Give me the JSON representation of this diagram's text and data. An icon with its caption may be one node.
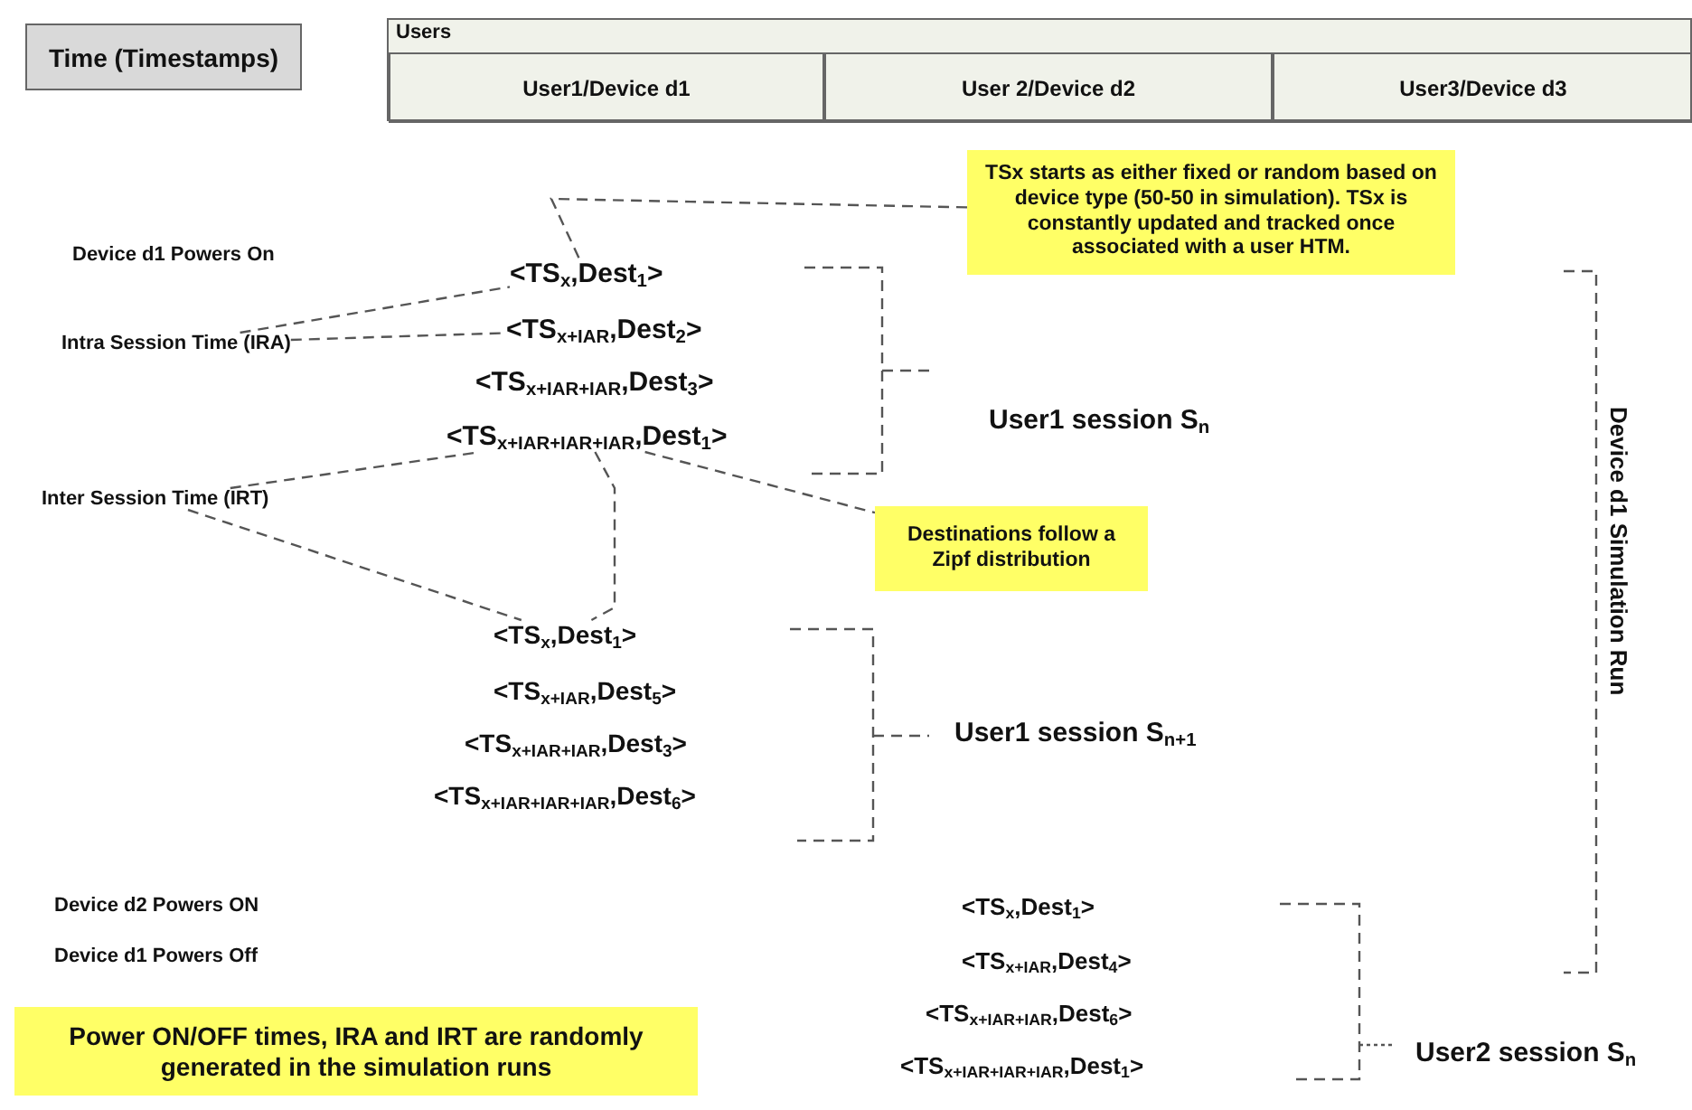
{
  "diagram": {
    "nodes": [
      {
        "text": [
          "Time (Timestamps)"
        ]
      },
      {
        "text": [
          "Users"
        ]
      },
      {
        "text": [
          "User1/Device d1"
        ],
        "in": 1
      },
      {
        "text": [
          "User 2/Device d2"
        ],
        "in": 1
      },
      {
        "text": [
          "User3/Device d3"
        ],
        "in": 1
      },
      {
        "text": [
          "TSx starts as either fixed or random based on device type (50-50 in simulation). TSx is constantly updated and tracked once associated with a user HTM."
        ]
      },
      {
        "text": [
          "Device d1 Powers On"
        ]
      },
      {
        "text": [
          "<TS$_{x}$,Dest$_{1}$>"
        ]
      },
      {
        "text": [
          "<TS$_{x+IAR}$,Dest$_{2}$>"
        ]
      },
      {
        "text": [
          "<TS$_{x+IAR+IAR}$,Dest$_{3}$>"
        ]
      },
      {
        "text": [
          "<TS$_{x+IAR+IAR+IAR}$,Dest$_{1}$>"
        ]
      },
      {
        "text": [
          "Intra Session Time (IRA)"
        ]
      },
      {
        "text": [
          "User1 session S$_{n}$"
        ]
      },
      {
        "text": [
          "Inter Session Time (IRT)"
        ]
      },
      {
        "text": [
          "Destinations follow a Zipf distribution"
        ]
      },
      {
        "text": [
          "<TS$_{x}$,Dest$_{1}$>"
        ]
      },
      {
        "text": [
          "<TS$_{x+IAR}$,Dest$_{5}$>"
        ]
      },
      {
        "text": [
          "<TS$_{x+IAR+IAR}$,Dest$_{3}$>"
        ]
      },
      {
        "text": [
          "<TS$_{x+IAR+IAR+IAR}$,Dest$_{6}$>"
        ]
      },
      {
        "text": [
          "User1 session S$_{n+1}$"
        ]
      },
      {
        "text": [
          "Device d2 Powers ON"
        ]
      },
      {
        "text": [
          "Device d1 Powers Off"
        ]
      },
      {
        "text": [
          "<TS$_{x}$,Dest$_{1}$>"
        ]
      },
      {
        "text": [
          "<TS$_{x+IAR}$,Dest$_{4}$>"
        ]
      },
      {
        "text": [
          "<TS$_{x+IAR+IAR}$,Dest$_{6}$>"
        ]
      },
      {
        "text": [
          "<TS$_{x+IAR+IAR+IAR}$,Dest$_{1}$>"
        ]
      },
      {
        "text": [
          "User2 session S$_{n}$"
        ]
      },
      {
        "text": [
          "Device d1 Simulation Run"
        ]
      },
      {
        "text": [
          "Power ON/OFF times, IRA and IRT are randomly generated in the simulation runs"
        ]
      }
    ],
    "edges": [
      {
        "from": 5,
        "to": 7,
        "arrow": "none",
        "style": "dashed"
      },
      {
        "from": 11,
        "to": 7,
        "arrow": "none",
        "style": "dashed"
      },
      {
        "from": 11,
        "to": 8,
        "arrow": "none",
        "style": "dashed"
      },
      {
        "from": 13,
        "to": 10,
        "arrow": "none",
        "style": "dashed"
      },
      {
        "from": 13,
        "to": 15,
        "arrow": "none",
        "style": "dashed"
      },
      {
        "from": 10,
        "to": 15,
        "arrow": "none",
        "style": "dashed"
      },
      {
        "from": 10,
        "to": 14,
        "arrow": "none",
        "style": "dashed"
      }
    ]
  }
}
